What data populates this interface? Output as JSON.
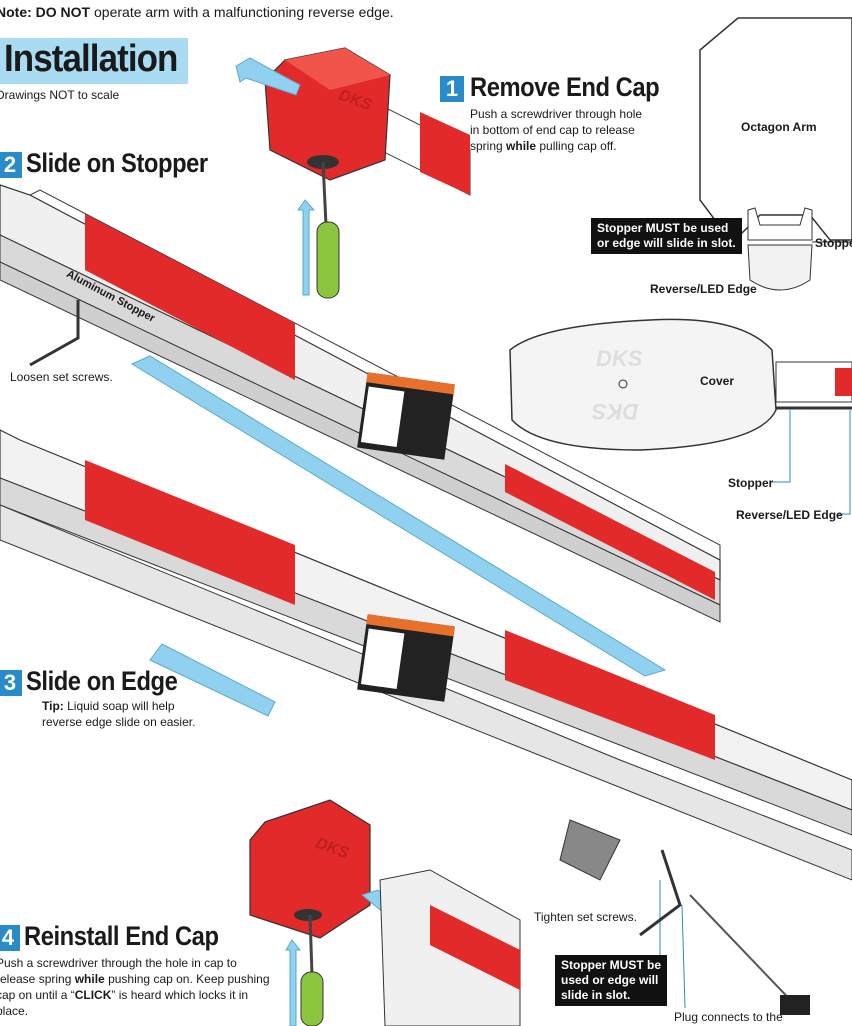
{
  "note": {
    "prefix": "Note: ",
    "emphasis": "DO NOT",
    "rest": " operate arm with a malfunctioning reverse edge."
  },
  "title": "Installation",
  "subnote": "Drawings NOT to scale",
  "steps": [
    {
      "num": "1",
      "title": "Remove End Cap",
      "text_a": "Push a screwdriver through hole in bottom of end cap to release spring ",
      "text_b": "while",
      "text_c": " pulling cap off."
    },
    {
      "num": "2",
      "title": "Slide on Stopper"
    },
    {
      "num": "3",
      "title": "Slide on Edge",
      "tip_label": "Tip:",
      "tip_text": " Liquid soap will help reverse edge slide on easier."
    },
    {
      "num": "4",
      "title": "Reinstall End Cap",
      "text_a": "Push a screwdriver through the hole in cap to release spring ",
      "text_b": "while",
      "text_c": " pushing cap on. Keep pushing cap on until a “",
      "text_d": "CLICK",
      "text_e": "” is heard which locks it in place."
    }
  ],
  "labels": {
    "octagon_arm": "Octagon Arm",
    "stopper_right": "Stopper",
    "reverse_led_top": "Reverse/LED Edge",
    "cover": "Cover",
    "stopper_bottom": "Stopper",
    "reverse_led_bottom": "Reverse/LED Edge",
    "aluminum_stopper": "Aluminum Stopper",
    "loosen": "Loosen set screws.",
    "tighten": "Tighten set screws.",
    "plug": "Plug connects to the",
    "brand": "DKS"
  },
  "warnings": {
    "top_line1": "Stopper MUST be used",
    "top_line2": "or edge will slide in slot.",
    "bottom_line1": "Stopper MUST be",
    "bottom_line2": "used or edge will",
    "bottom_line3": "slide in slot."
  },
  "colors": {
    "red": "#e32a2a",
    "blue": "#8fd1ef",
    "stepblue": "#2a8bc9",
    "green": "#8cc63f"
  }
}
